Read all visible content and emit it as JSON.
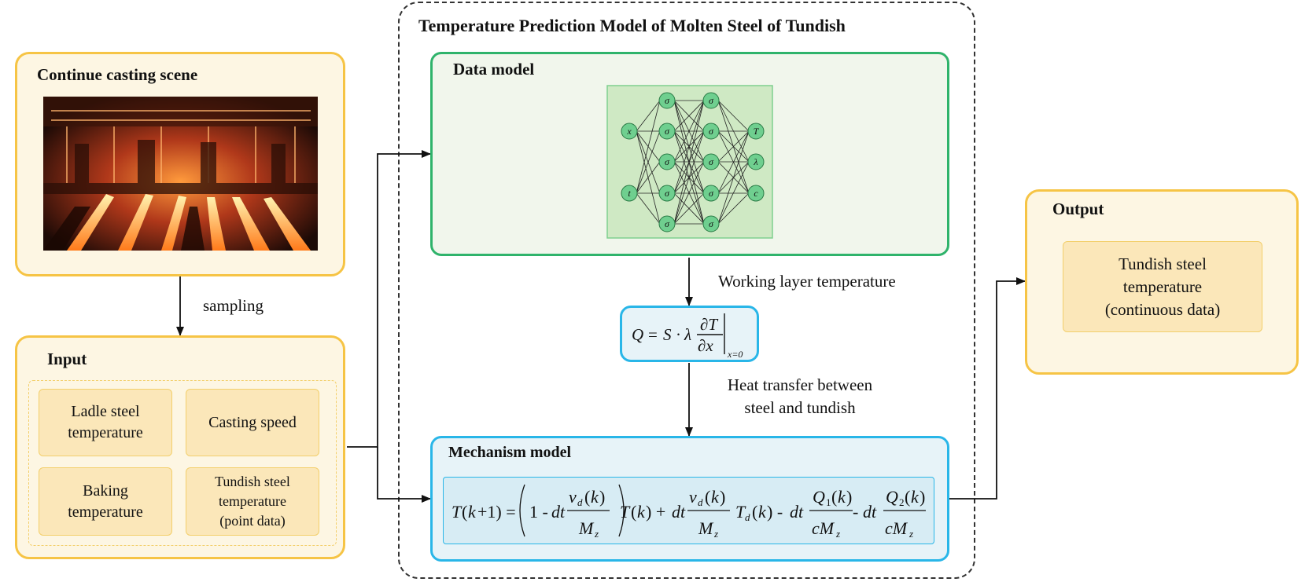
{
  "main": {
    "title": "Temperature Prediction Model of Molten Steel of Tundish",
    "data_model": {
      "title": "Data model",
      "inputs": [
        "x",
        "t"
      ],
      "hidden": "σ",
      "outputs": [
        "T",
        "λ",
        "c"
      ]
    },
    "working_layer_label": "Working layer temperature",
    "heat_transfer_label_line1": "Heat transfer between",
    "heat_transfer_label_line2": "steel and tundish",
    "mechanism_model": {
      "title": "Mechanism model"
    }
  },
  "scene": {
    "title": "Continue casting scene"
  },
  "sampling_label": "sampling",
  "input": {
    "title": "Input",
    "items": [
      {
        "line1": "Ladle steel",
        "line2": "temperature"
      },
      {
        "line1": "Casting speed"
      },
      {
        "line1": "Baking",
        "line2": "temperature"
      },
      {
        "line1": "Tundish steel",
        "line2": "temperature",
        "line3": "(point data)"
      }
    ]
  },
  "output": {
    "title": "Output",
    "line1": "Tundish steel",
    "line2": "temperature",
    "line3": "(continuous data)"
  },
  "colors": {
    "yellow_border": "#f6c445",
    "green_border": "#2fb36b",
    "blue_border": "#29b6e8",
    "node_fill": "#6fcf8f"
  }
}
